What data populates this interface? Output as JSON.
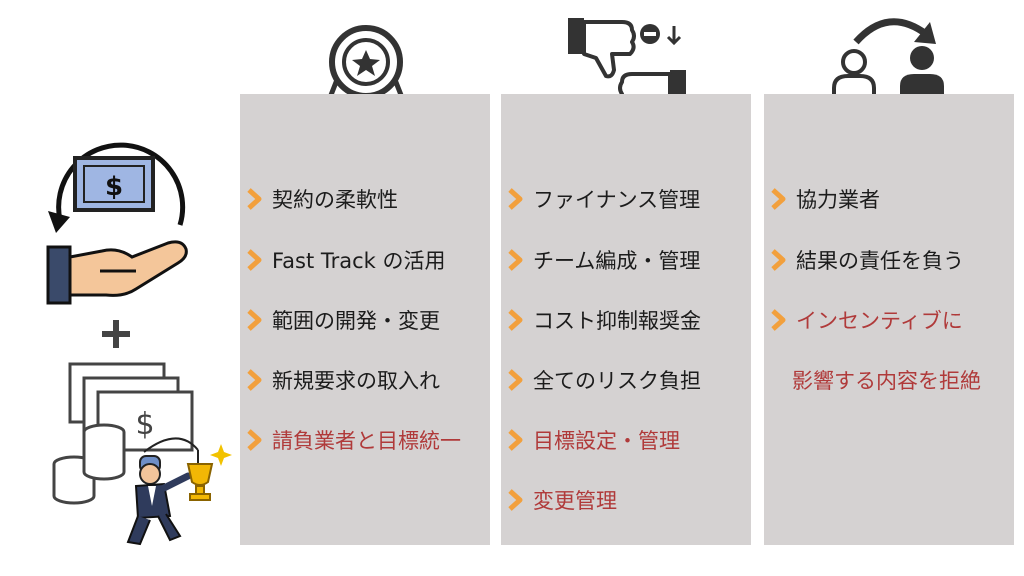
{
  "columns": [
    {
      "icon": "award-badge-icon",
      "items": [
        {
          "label": "契約の柔軟性",
          "highlight": false
        },
        {
          "label": "Fast Track の活用",
          "highlight": false
        },
        {
          "label": "範囲の開発・変更",
          "highlight": false
        },
        {
          "label": "新規要求の取入れ",
          "highlight": false
        },
        {
          "label": "請負業者と目標統一",
          "highlight": true
        }
      ]
    },
    {
      "icon": "thumbs-down-icon",
      "items": [
        {
          "label": "ファイナンス管理",
          "highlight": false
        },
        {
          "label": "チーム編成・管理",
          "highlight": false
        },
        {
          "label": "コスト抑制報奨金",
          "highlight": false
        },
        {
          "label": "全てのリスク負担",
          "highlight": false
        },
        {
          "label": "目標設定・管理",
          "highlight": true
        },
        {
          "label": "変更管理",
          "highlight": true
        }
      ]
    },
    {
      "icon": "user-exchange-icon",
      "items": [
        {
          "label": "協力業者",
          "highlight": false
        },
        {
          "label": "結果の責任を負う",
          "highlight": false
        },
        {
          "label": "インセンティブに",
          "highlight": true
        },
        {
          "label": "影響する内容を拒絶",
          "highlight": true
        }
      ]
    }
  ],
  "left_illustration": {
    "top_icon": "hand-dollar-bill-icon",
    "plus_icon": "plus-icon",
    "bottom_icon": "money-coins-businessman-trophy-icon"
  },
  "colors": {
    "panel": "#d5d2d2",
    "chevron": "#f2a03d",
    "text": "#1c1c1c",
    "highlight_text": "#b03a3a"
  }
}
